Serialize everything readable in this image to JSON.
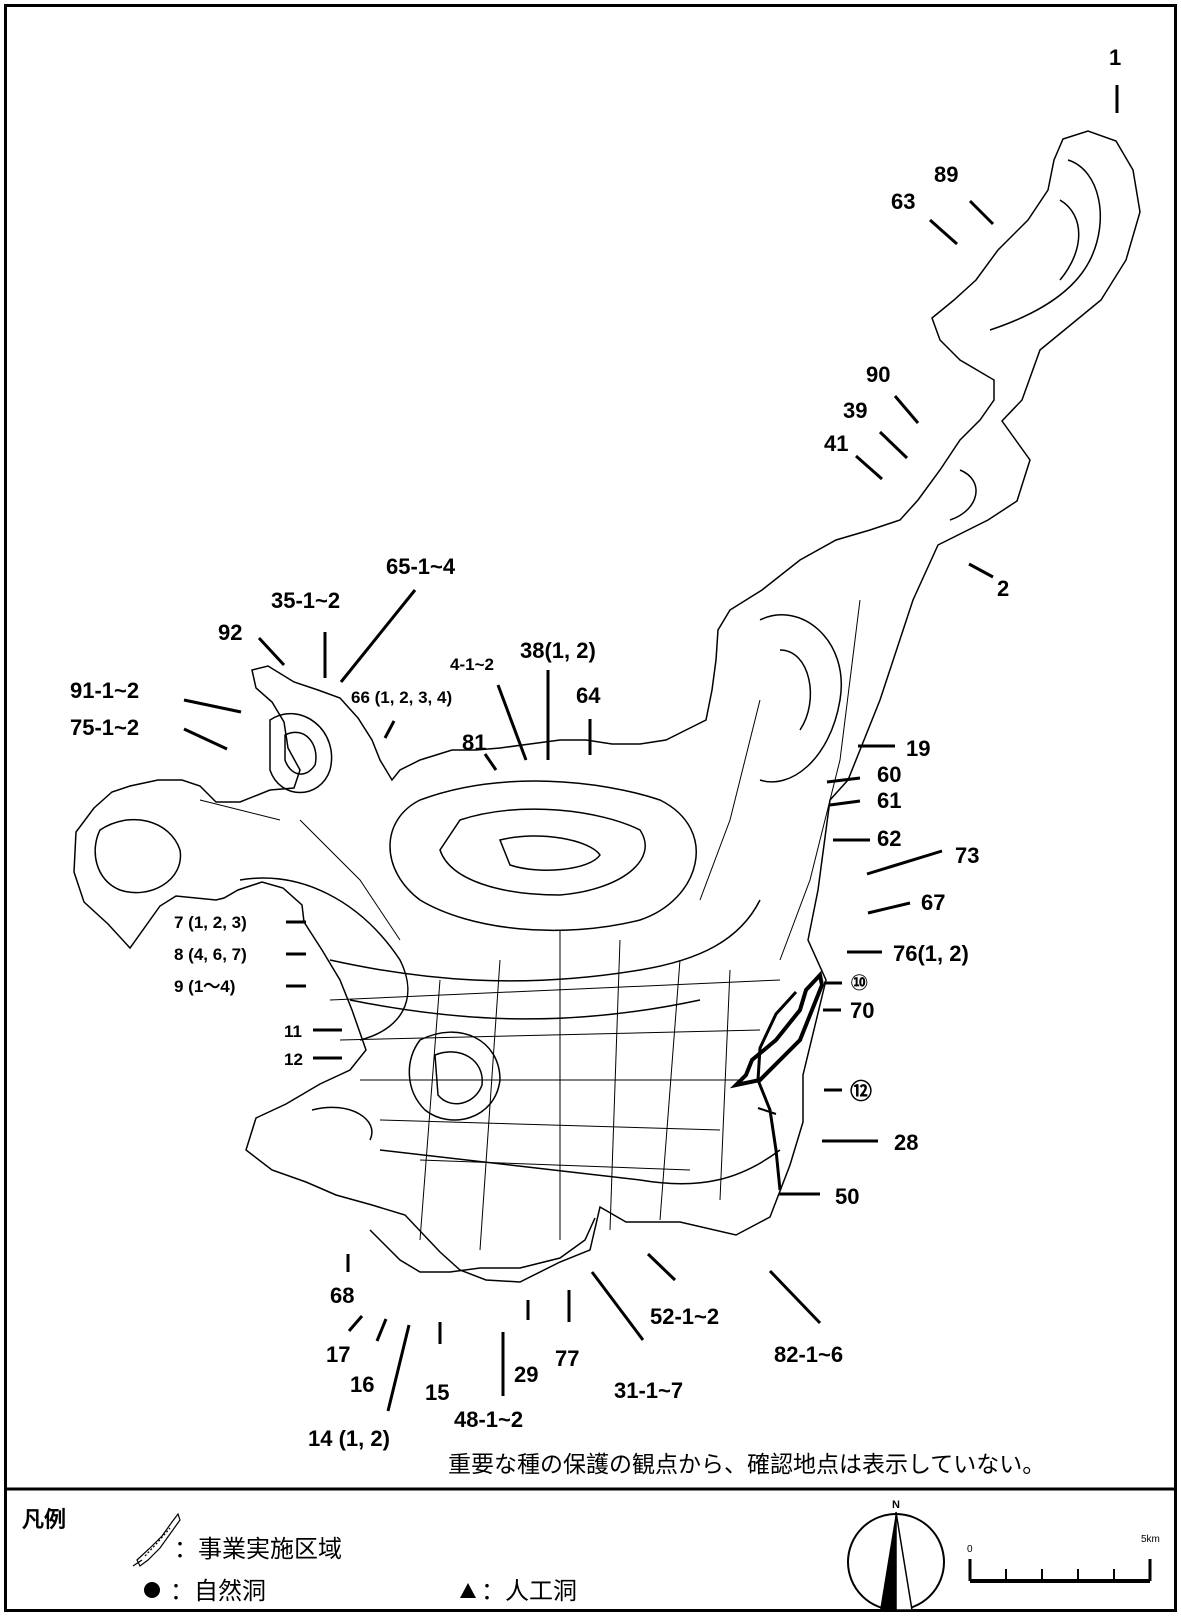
{
  "note": "重要な種の保護の観点から、確認地点は表示していない。",
  "legend": {
    "title": "凡例",
    "items": [
      {
        "symbol": "project-area",
        "text": "：事業実施区域"
      },
      {
        "symbol": "circle",
        "text": "：自然洞"
      },
      {
        "symbol": "triangle",
        "text": "：人工洞"
      }
    ]
  },
  "compass": {
    "label": "N"
  },
  "scale": {
    "start": "0",
    "end": "5km"
  },
  "sites": [
    {
      "text": "1"
    },
    {
      "text": "89"
    },
    {
      "text": "63"
    },
    {
      "text": "90"
    },
    {
      "text": "39"
    },
    {
      "text": "41"
    },
    {
      "text": "2"
    },
    {
      "text": "65-1~4"
    },
    {
      "text": "35-1~2"
    },
    {
      "text": "92"
    },
    {
      "text": "91-1~2"
    },
    {
      "text": "75-1~2"
    },
    {
      "text": "66 (1, 2, 3, 4)"
    },
    {
      "text": "4-1~2"
    },
    {
      "text": "38(1, 2)"
    },
    {
      "text": "64"
    },
    {
      "text": "81"
    },
    {
      "text": "19"
    },
    {
      "text": "60"
    },
    {
      "text": "61"
    },
    {
      "text": "62"
    },
    {
      "text": "73"
    },
    {
      "text": "67"
    },
    {
      "text": "76(1, 2)"
    },
    {
      "text": "⑩"
    },
    {
      "text": "70"
    },
    {
      "text": "⑫"
    },
    {
      "text": "28"
    },
    {
      "text": "50"
    },
    {
      "text": "7 (1, 2, 3)"
    },
    {
      "text": "8 (4, 6, 7)"
    },
    {
      "text": "9 (1～4)"
    },
    {
      "text": "11"
    },
    {
      "text": "12"
    },
    {
      "text": "68"
    },
    {
      "text": "17"
    },
    {
      "text": "16"
    },
    {
      "text": "15"
    },
    {
      "text": "14 (1, 2)"
    },
    {
      "text": "29"
    },
    {
      "text": "48-1~2"
    },
    {
      "text": "77"
    },
    {
      "text": "31-1~7"
    },
    {
      "text": "52-1~2"
    },
    {
      "text": "82-1~6"
    }
  ]
}
